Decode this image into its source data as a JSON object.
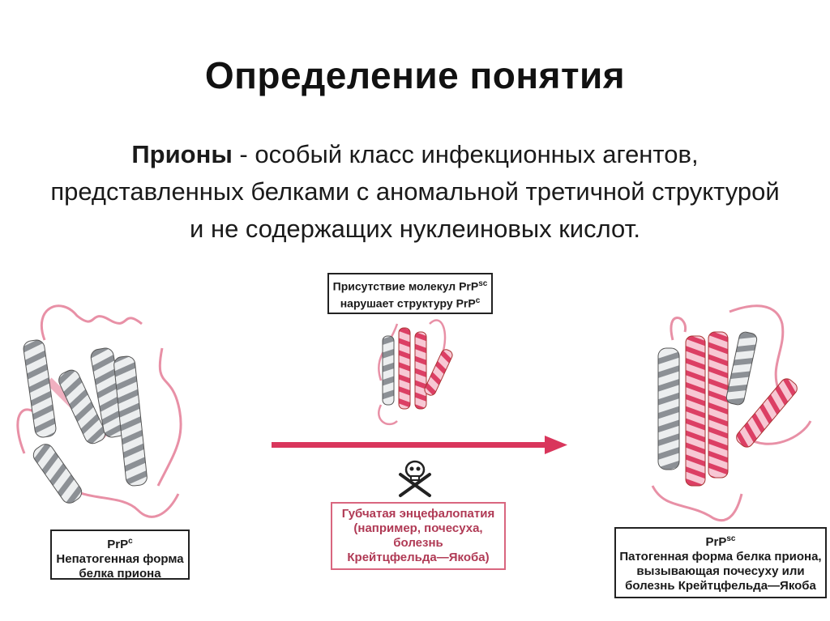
{
  "slide": {
    "title": "Определение понятия",
    "definition_term": "Прионы",
    "definition_text": " - особый класс инфекционных агентов, представленных белками с аномальной третичной структурой и не содержащих нуклеиновых кислот."
  },
  "labels": {
    "top_line1": "Присутствие молекул PrP",
    "top_line1_sup": "sc",
    "top_line2": "нарушает структуру PrP",
    "top_line2_sup": "c",
    "left_name": "PrP",
    "left_name_sup": "c",
    "left_line1": "Непатогенная форма",
    "left_line2": "белка приона",
    "right_name": "PrP",
    "right_name_sup": "sc",
    "right_line1": "Патогенная форма белка приона,",
    "right_line2": "вызывающая почесуху или",
    "right_line3": "болезнь Крейтцфельда—Якоба",
    "mid_line1": "Губчатая энцефалопатия",
    "mid_line2": "(например, почесуха, болезнь",
    "mid_line3": "Крейтцфельда—Якоба)"
  },
  "icons": {
    "arrow": "right-arrow-icon",
    "skull": "skull-crossbones-icon"
  },
  "colors": {
    "accent": "#d9365c",
    "helix": "#a6a9ad",
    "coil": "#e890a6"
  }
}
